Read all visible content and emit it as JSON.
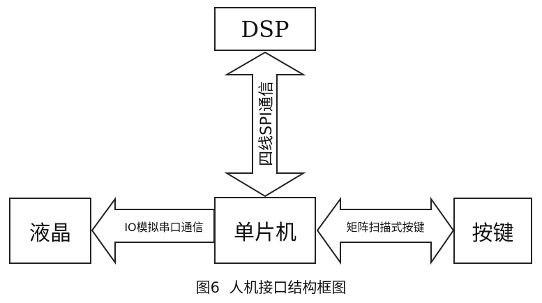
{
  "blocks": {
    "dsp": "DSP",
    "mcu": "单片机",
    "lcd": "液晶",
    "keys": "按键"
  },
  "links": {
    "spi": "四线SPI通信",
    "io_serial": "IO模拟串口通信",
    "matrix_scan": "矩阵扫描式按键"
  },
  "caption": "图6  人机接口结构框图"
}
